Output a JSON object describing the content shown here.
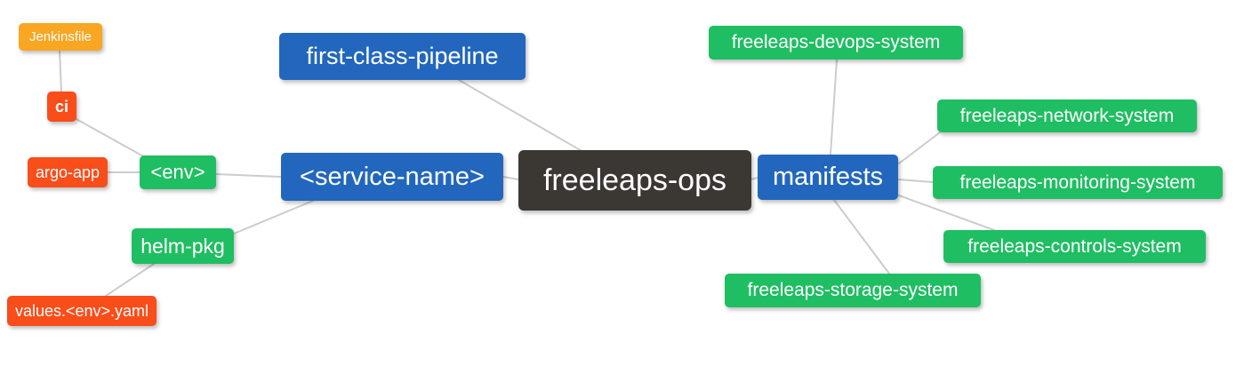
{
  "diagram": {
    "type": "mindmap",
    "background": "#ffffff",
    "edge_color": "#cccccc",
    "text_color": "#ffffff"
  },
  "colors": {
    "blue": "#2267BD",
    "green": "#1FBE62",
    "red": "#F94D1A",
    "amber": "#F9A623",
    "dark": "#3B3733"
  },
  "nodes": {
    "root": {
      "label": "freeleaps-ops",
      "color": "dark"
    },
    "first_class_pipeline": {
      "label": "first-class-pipeline",
      "color": "blue"
    },
    "service_name": {
      "label": "<service-name>",
      "color": "blue"
    },
    "manifests": {
      "label": "manifests",
      "color": "blue"
    },
    "env": {
      "label": "<env>",
      "color": "green"
    },
    "helm_pkg": {
      "label": "helm-pkg",
      "color": "green"
    },
    "jenkinsfile": {
      "label": "Jenkinsfile",
      "color": "amber"
    },
    "ci": {
      "label": "ci",
      "color": "red"
    },
    "argo_app": {
      "label": "argo-app",
      "color": "red"
    },
    "values_env_yaml": {
      "label": "values.<env>.yaml",
      "color": "red"
    },
    "devops_system": {
      "label": "freeleaps-devops-system",
      "color": "green"
    },
    "network_system": {
      "label": "freeleaps-network-system",
      "color": "green"
    },
    "monitoring_system": {
      "label": "freeleaps-monitoring-system",
      "color": "green"
    },
    "controls_system": {
      "label": "freeleaps-controls-system",
      "color": "green"
    },
    "storage_system": {
      "label": "freeleaps-storage-system",
      "color": "green"
    }
  },
  "edges": [
    {
      "from": "jenkinsfile",
      "to": "ci"
    },
    {
      "from": "ci",
      "to": "env"
    },
    {
      "from": "argo_app",
      "to": "env"
    },
    {
      "from": "env",
      "to": "service_name"
    },
    {
      "from": "helm_pkg",
      "to": "service_name"
    },
    {
      "from": "values_env_yaml",
      "to": "helm_pkg"
    },
    {
      "from": "first_class_pipeline",
      "to": "root"
    },
    {
      "from": "service_name",
      "to": "root"
    },
    {
      "from": "root",
      "to": "manifests"
    },
    {
      "from": "manifests",
      "to": "devops_system"
    },
    {
      "from": "manifests",
      "to": "network_system"
    },
    {
      "from": "manifests",
      "to": "monitoring_system"
    },
    {
      "from": "manifests",
      "to": "controls_system"
    },
    {
      "from": "manifests",
      "to": "storage_system"
    }
  ]
}
